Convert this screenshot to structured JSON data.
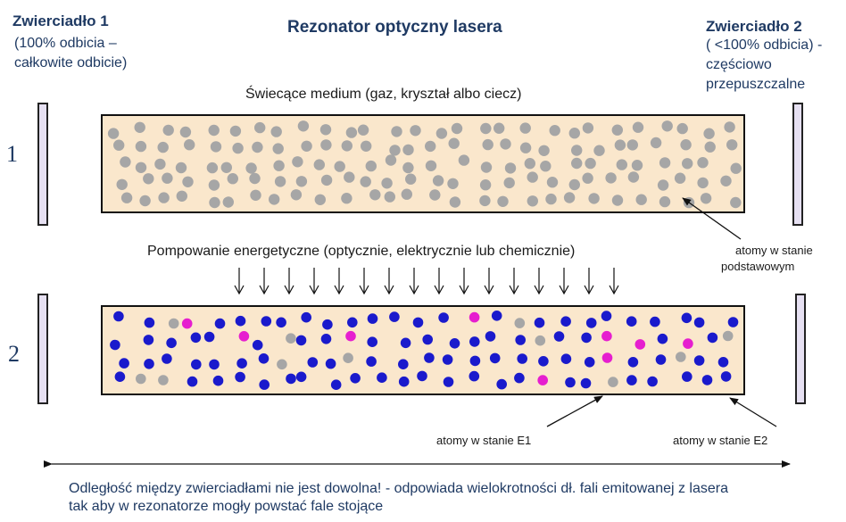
{
  "title": "Rezonator optyczny lasera",
  "mirror1": {
    "title": "Zwierciadło 1",
    "line1": "(100% odbicia –",
    "line2": "całkowite odbicie)"
  },
  "mirror2": {
    "title": "Zwierciadło 2",
    "line1": "( <100% odbicia) -",
    "line2": "częściowo",
    "line3": "przepuszczalne"
  },
  "medium_label": "Świecące medium (gaz, kryształ albo ciecz)",
  "pumping_label": "Pompowanie energetyczne (optycznie, elektrycznie lub chemicznie)",
  "row_numbers": [
    "1",
    "2"
  ],
  "annotations": {
    "ground_line1": "atomy  w stanie",
    "ground_line2": "podstawowym",
    "e1": "atomy  w stanie E1",
    "e2": "atomy  w stanie E2"
  },
  "distance_text": "Odległość między zwierciadłami nie jest dowolna! - odpowiada wielokrotności dł. fali emitowanej z lasera tak aby w rezonatorze mogły powstać fale stojące",
  "colors": {
    "medium_fill": "#fae7cc",
    "ground_atom": "#a6a6a6",
    "e1_atom": "#1a1acc",
    "e2_atom": "#e61ecf",
    "mirror_fill": "#e6e0f2",
    "text_blue": "#1f3a63"
  },
  "pump_arrow_count": 16
}
